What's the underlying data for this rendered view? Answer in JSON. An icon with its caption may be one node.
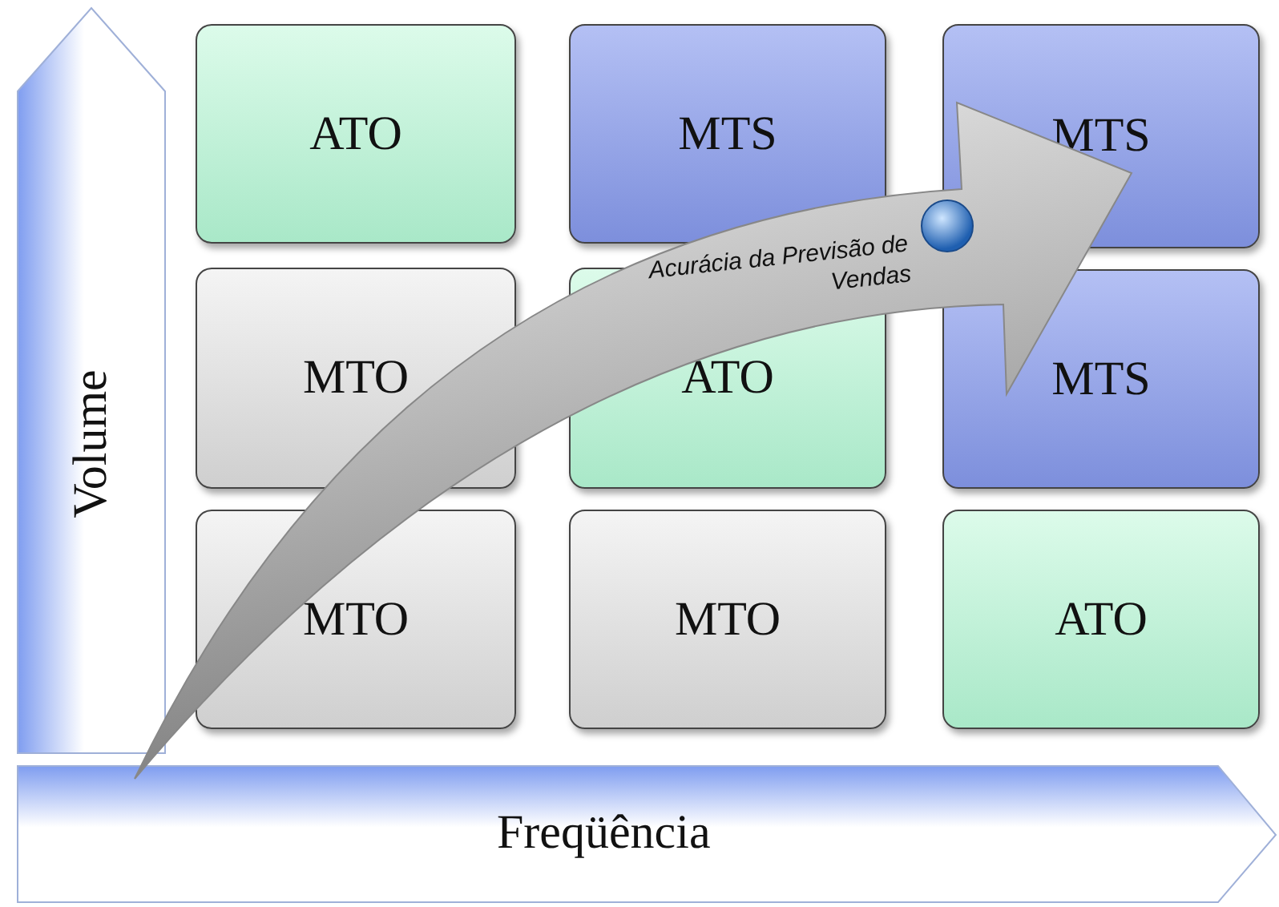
{
  "diagram": {
    "nodes": [
      {
        "text": [
          "Volume"
        ]
      },
      {
        "text": [
          "ATO"
        ]
      },
      {
        "text": [
          "MTS"
        ]
      },
      {
        "text": [
          "MTS"
        ]
      },
      {
        "text": [
          "MTO"
        ]
      },
      {
        "text": [
          "ATO"
        ]
      },
      {
        "text": [
          "MTS"
        ]
      },
      {
        "text": [
          "MTO"
        ]
      },
      {
        "text": [
          "MTO"
        ]
      },
      {
        "text": [
          "ATO"
        ]
      },
      {
        "text": [
          "Acurácia da Previsão de Vendas"
        ]
      },
      {
        "text": [
          "Freqüência"
        ]
      }
    ]
  }
}
